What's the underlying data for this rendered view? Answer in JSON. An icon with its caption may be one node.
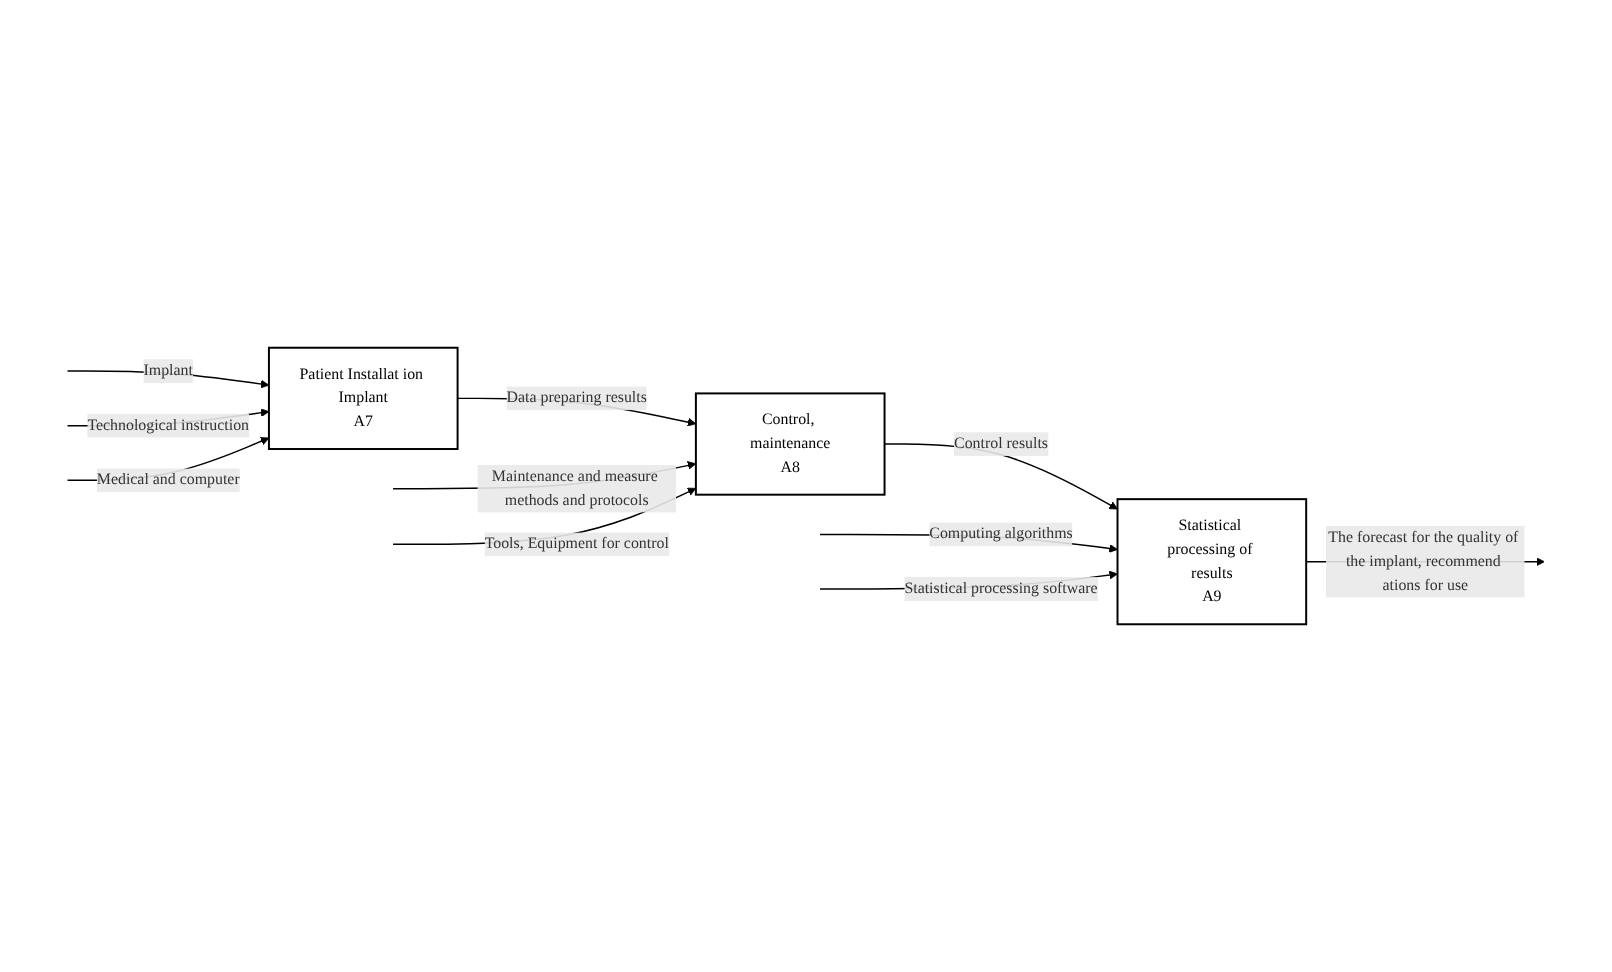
{
  "diagram": {
    "nodes": [
      {
        "text": [
          "Patient Installat ion Implant",
          "A7"
        ]
      },
      {
        "text": [
          "Control, maintenance",
          "A8"
        ]
      },
      {
        "text": [
          "Statistical processing of results",
          "A9"
        ]
      }
    ],
    "edges": [
      {
        "from": null,
        "to": 0,
        "arrow": "to",
        "label": "Implant"
      },
      {
        "from": null,
        "to": 0,
        "arrow": "to",
        "label": "Technological instruction"
      },
      {
        "from": null,
        "to": 0,
        "arrow": "to",
        "label": "Medical and computer"
      },
      {
        "from": 0,
        "to": 1,
        "arrow": "to",
        "label": "Data preparing results"
      },
      {
        "from": null,
        "to": 1,
        "arrow": "to",
        "label": "Maintenance and measure methods and protocols"
      },
      {
        "from": null,
        "to": 1,
        "arrow": "to",
        "label": "Tools, Equipment for control"
      },
      {
        "from": 1,
        "to": 2,
        "arrow": "to",
        "label": "Control results"
      },
      {
        "from": null,
        "to": 2,
        "arrow": "to",
        "label": "Computing algorithms"
      },
      {
        "from": null,
        "to": 2,
        "arrow": "to",
        "label": "Statistical processing software"
      },
      {
        "from": 2,
        "to": null,
        "arrow": "to",
        "label": "The forecast for the quality of the implant, recommend ations for use"
      }
    ]
  }
}
